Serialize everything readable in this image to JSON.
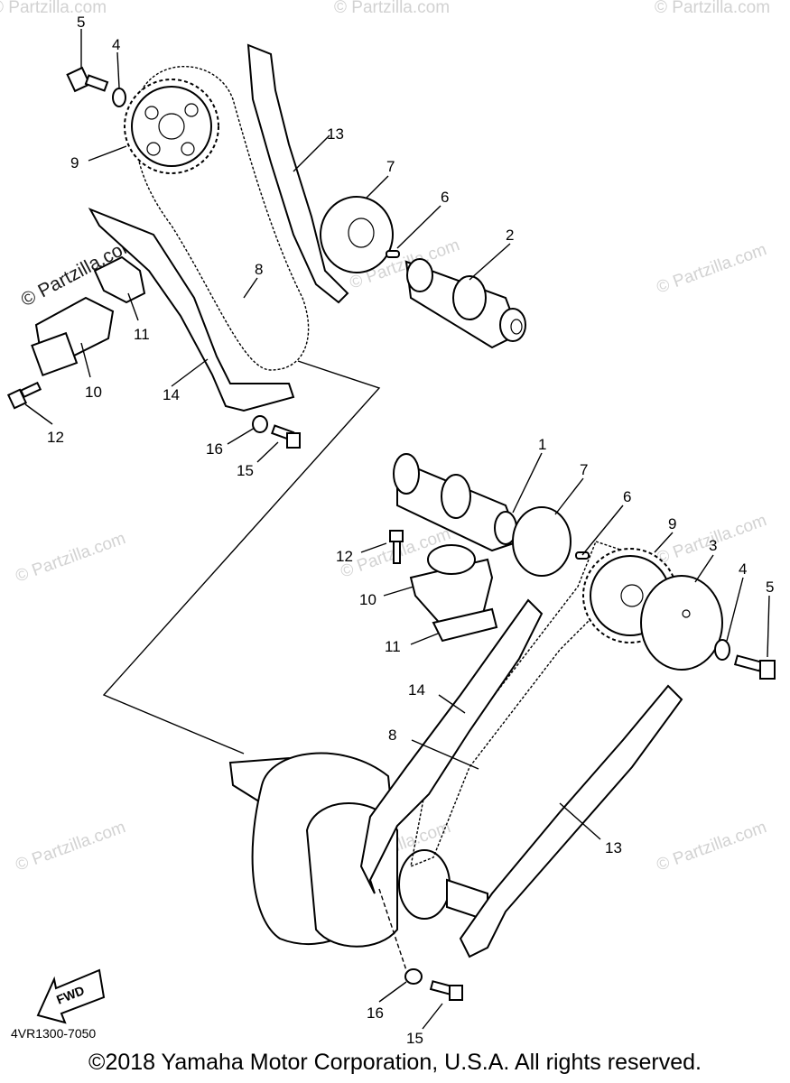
{
  "watermark": "© Partzilla.com",
  "watermark_top": "© Partzilla.com",
  "diagram_code": "4VR1300-7050",
  "fwd_label": "FWD",
  "copyright": "©2018 Yamaha Motor Corporation, U.S.A. All rights reserved.",
  "callouts": {
    "top_5": "5",
    "top_4": "4",
    "top_9": "9",
    "top_13": "13",
    "top_7": "7",
    "top_6": "6",
    "top_2": "2",
    "top_8": "8",
    "top_11": "11",
    "top_10": "10",
    "top_14": "14",
    "top_12": "12",
    "top_16": "16",
    "top_15": "15",
    "bot_1": "1",
    "bot_7": "7",
    "bot_6": "6",
    "bot_9": "9",
    "bot_3": "3",
    "bot_4": "4",
    "bot_5": "5",
    "bot_12": "12",
    "bot_10": "10",
    "bot_11": "11",
    "bot_14": "14",
    "bot_8": "8",
    "bot_13": "13",
    "bot_16": "16",
    "bot_15": "15"
  }
}
